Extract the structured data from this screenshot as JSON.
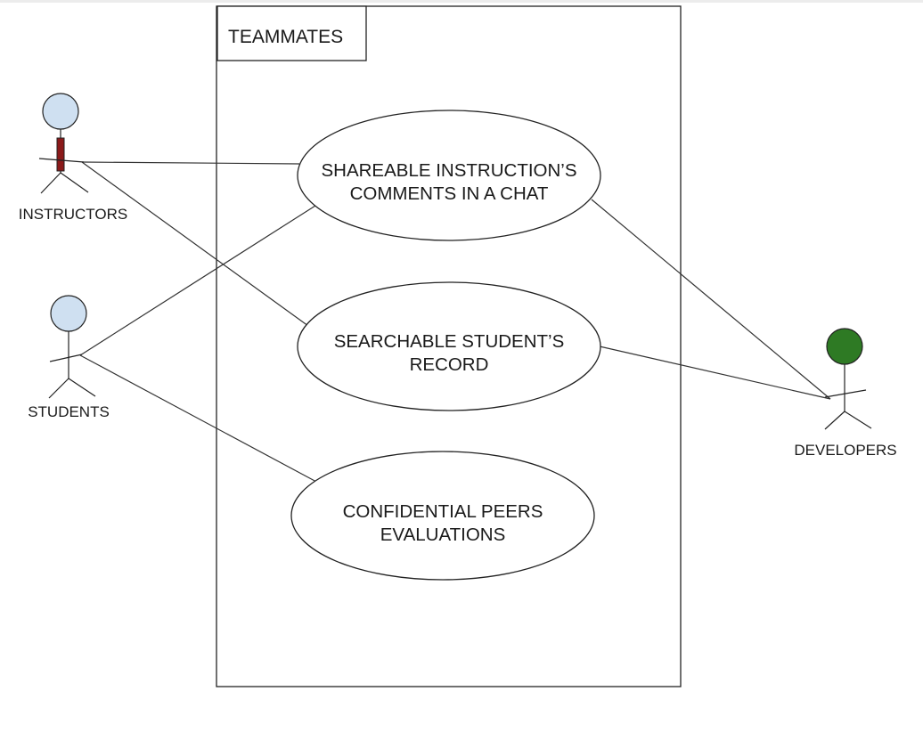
{
  "system": {
    "title": "TEAMMATES"
  },
  "use_cases": [
    {
      "line1": "SHAREABLE INSTRUCTION’S",
      "line2": "COMMENTS IN A CHAT"
    },
    {
      "line1": "SEARCHABLE STUDENT’S",
      "line2": "RECORD"
    },
    {
      "line1": "CONFIDENTIAL PEERS",
      "line2": "EVALUATIONS"
    }
  ],
  "actors": [
    {
      "label": "INSTRUCTORS",
      "head_color": "#cfe0f1",
      "accent_color": "#8b1a1a"
    },
    {
      "label": "STUDENTS",
      "head_color": "#cfe0f1"
    },
    {
      "label": "DEVELOPERS",
      "head_color": "#2e7a24"
    }
  ],
  "associations": [
    {
      "actor": "INSTRUCTORS",
      "use_case": "SHAREABLE INSTRUCTION’S COMMENTS IN A CHAT"
    },
    {
      "actor": "INSTRUCTORS",
      "use_case": "SEARCHABLE STUDENT’S RECORD"
    },
    {
      "actor": "STUDENTS",
      "use_case": "SHAREABLE INSTRUCTION’S COMMENTS IN A CHAT"
    },
    {
      "actor": "STUDENTS",
      "use_case": "CONFIDENTIAL PEERS EVALUATIONS"
    },
    {
      "actor": "DEVELOPERS",
      "use_case": "SHAREABLE INSTRUCTION’S COMMENTS IN A CHAT"
    },
    {
      "actor": "DEVELOPERS",
      "use_case": "SEARCHABLE STUDENT’S RECORD"
    }
  ]
}
